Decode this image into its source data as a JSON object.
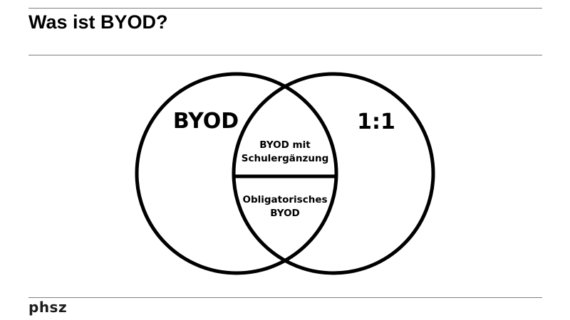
{
  "slide": {
    "title": "Was ist BYOD?",
    "footer_logo": "phsz"
  },
  "venn": {
    "type": "venn-diagram",
    "left_circle_label": "BYOD",
    "right_circle_label": "1:1",
    "intersection_top": {
      "line1": "BYOD mit",
      "line2": "Schulergänzung"
    },
    "intersection_bottom": {
      "line1": "Obligatorisches",
      "line2": "BYOD"
    }
  },
  "colors": {
    "background": "#ffffff",
    "diagram_stroke": "#000000",
    "rule_line": "#7f7f7f",
    "title_text": "#000000",
    "footer_text": "#1c1c1c"
  }
}
